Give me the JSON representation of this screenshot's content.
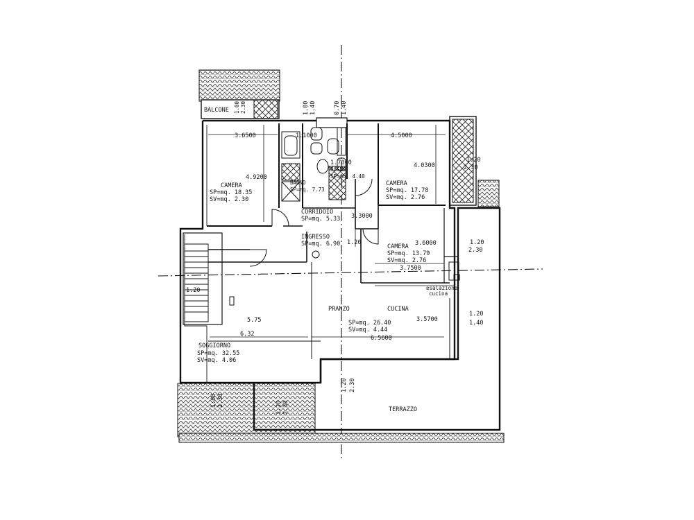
{
  "rooms": {
    "balcone": {
      "name": "BALCONE",
      "dim_a": "1.00",
      "dim_b": "2.30"
    },
    "camera_left": {
      "name": "CAMERA",
      "sp": "SP=mq. 18.35",
      "sv": "SV=mq. 2.30",
      "width": "3.6500",
      "height": "4.9200"
    },
    "bagno_1": {
      "name": "BAGNO",
      "sp": "SP=mq. 7.73",
      "width": "1.1000"
    },
    "bagno_2": {
      "name": "BAGNO",
      "sp": "SP=mq. 4.40",
      "width": "1.7000"
    },
    "camera_right_top": {
      "name": "CAMERA",
      "sp": "SP=mq. 17.78",
      "sv": "SV=mq. 2.76",
      "width": "4.5000",
      "height": "4.0300"
    },
    "corridoio": {
      "name": "CORRIDOIO",
      "sp": "SP=mq. 5.33",
      "width": "3.3000"
    },
    "ingresso": {
      "name": "INGRESSO",
      "sp": "SP=mq. 6.90",
      "dim": "1.20"
    },
    "camera_right_mid": {
      "name": "CAMERA",
      "sp": "SP=mq. 13.79",
      "sv": "SV=mq. 2.76",
      "width": "3.6000",
      "width2": "3.7500"
    },
    "pranzo": {
      "name": "PRANZO"
    },
    "cucina": {
      "name": "CUCINA",
      "sp": "SP=mq. 26.40",
      "sv": "SV=mq. 4.44",
      "width": "6.5600",
      "height": "3.5700",
      "note_1": "esalazione",
      "note_2": "cucina"
    },
    "soggiorno": {
      "name": "SOGGIORNO",
      "sp": "SP=mq. 32.55",
      "sv": "SV=mq. 4.06",
      "height": "5.75",
      "width": "6.32"
    },
    "terrazzo": {
      "name": "TERRAZZO"
    }
  },
  "dimensions": {
    "top_1": "1.00",
    "top_2": "1.40",
    "top_3": "0.70",
    "top_4": "1.40",
    "right_top_1": "1.20",
    "right_top_2": "2.30",
    "right_mid_1": "1.20",
    "right_mid_2": "2.30",
    "right_low_1": "1.20",
    "right_low_2": "1.40",
    "left_stair": "1.20",
    "bottom_left_1": "1.00",
    "bottom_left_2": "2.30",
    "bottom_mid_1": "1.20",
    "bottom_mid_2": "2.30",
    "bottom_center_1": "1.20",
    "bottom_center_2": "2.30"
  }
}
